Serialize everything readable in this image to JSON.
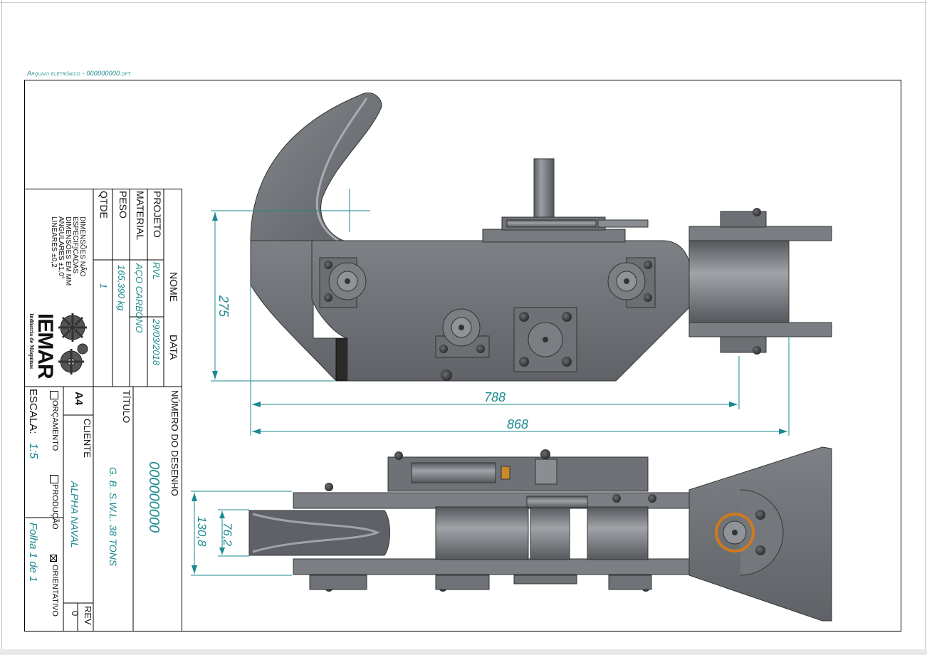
{
  "file": {
    "label": "Arquivo eletrônico - 000000000.dft"
  },
  "title_block": {
    "projeto_label": "PROJETO",
    "material_label": "MATERIAL",
    "peso_label": "PESO",
    "qtde_label": "QTDE",
    "nome_label": "NOME",
    "data_label": "DATA",
    "projeto_nome": "RVL",
    "projeto_data": "29/03/2018",
    "material_value": "AÇO CARBONO",
    "peso_value": "165,390 kg",
    "qtde_value": "1",
    "tolerance_lines": [
      "DIMENSÕES NÃO",
      "ESPECIFICADAS",
      "DIMENSÕES EM MM",
      "ANGULARES ±1,0°",
      "LINEARES ±0,2"
    ],
    "logo_text": "IEMAR",
    "logo_sub": "Indústria de Máquinas",
    "numero_label": "NÚMERO DO DESENHO",
    "numero_value": "000000000",
    "titulo_label": "TÍTULO",
    "titulo_value": "G. B. S.W.L. 38 TONS",
    "cliente_label": "CLIENTE",
    "cliente_value": "ALPHA NAVAL",
    "sheet_size": "A4",
    "orcamento_label": "ORÇAMENTO",
    "producao_label": "PRODUÇÃO",
    "orientativo_label": "ORIENTATIVO",
    "escala_label": "ESCALA:",
    "escala_value": "1:5",
    "folha_value": "Folha 1 de 1",
    "rev_label": "REV",
    "rev_value": "0"
  },
  "dimensions": {
    "d275": "275",
    "d788": "788",
    "d868": "868",
    "d76": "76,2",
    "d130": "130,8"
  },
  "colors": {
    "accent": "#1a8a8f",
    "steel": "#6e7175",
    "steel_dark": "#4a4d51",
    "steel_light": "#8a8d91"
  }
}
